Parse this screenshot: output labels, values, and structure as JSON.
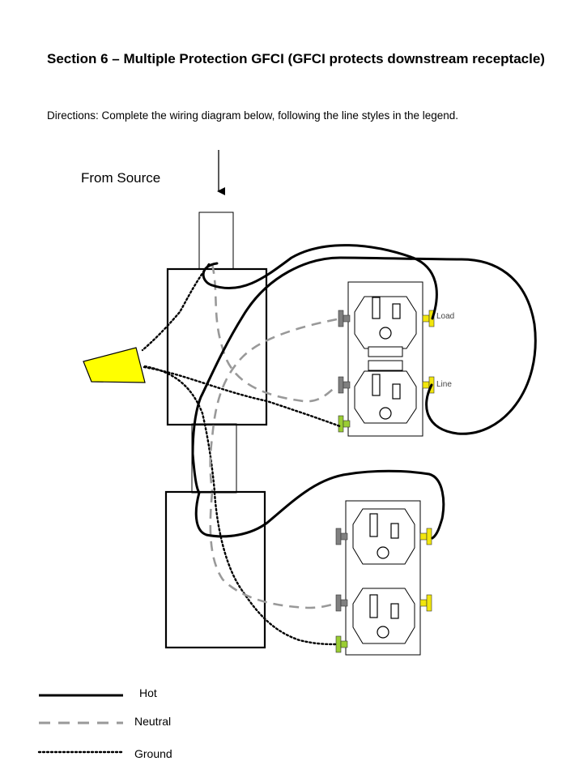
{
  "title": "Section 6 – Multiple Protection GFCI (GFCI protects downstream receptacle)",
  "directions": "Directions:  Complete the wiring diagram below, following the line styles in the legend.",
  "source_label": "From Source",
  "gfci_terminals": {
    "load": "Load",
    "line": "Line"
  },
  "legend": {
    "hot": {
      "label": "Hot",
      "style": "solid",
      "color": "#000000"
    },
    "neutral": {
      "label": "Neutral",
      "style": "dashed",
      "color": "#999999"
    },
    "ground": {
      "label": "Ground",
      "style": "dotted",
      "color": "#000000"
    }
  },
  "colors": {
    "wire_nut": "#ffff00",
    "brass_screw": "#f2e60d",
    "silver_screw": "#808080",
    "ground_screw": "#9acd32"
  }
}
